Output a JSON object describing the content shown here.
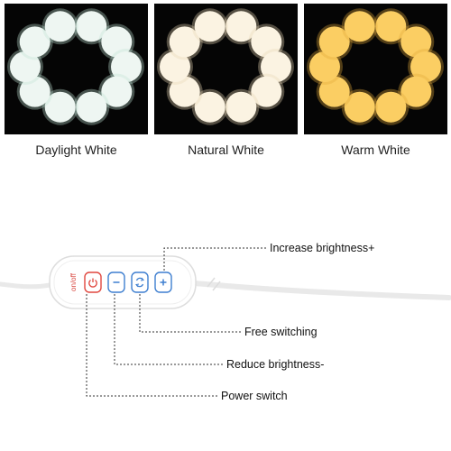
{
  "modes": [
    {
      "label": "Daylight White",
      "bulb_color": "#eef6f2",
      "glow_color": "#bfe3d3"
    },
    {
      "label": "Natural White",
      "bulb_color": "#fbf3e2",
      "glow_color": "#e9d8b4"
    },
    {
      "label": "Warm White",
      "bulb_color": "#fbce63",
      "glow_color": "#e3a83a"
    }
  ],
  "controller": {
    "power_text": "on/off",
    "buttons": [
      {
        "icon": "power-icon",
        "color": "#e0473f"
      },
      {
        "icon": "minus-icon",
        "color": "#3f7fd0"
      },
      {
        "icon": "cycle-icon",
        "color": "#3f7fd0"
      },
      {
        "icon": "plus-icon",
        "color": "#3f7fd0"
      }
    ]
  },
  "callouts": {
    "increase": "Increase brightness+",
    "free": "Free switching",
    "reduce": "Reduce brightness-",
    "power": "Power switch"
  }
}
